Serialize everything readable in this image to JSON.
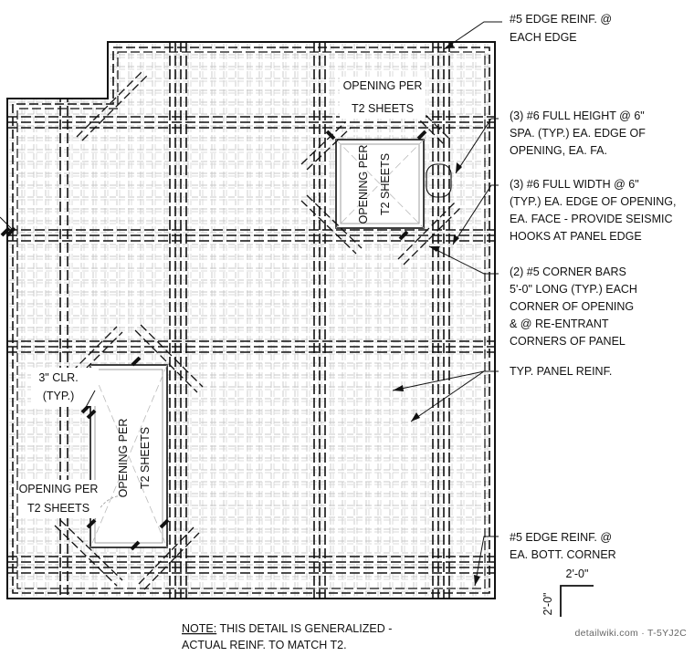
{
  "labels": {
    "opening_top_callout": [
      "OPENING PER",
      "T2 SHEETS"
    ],
    "opening_top_inside": [
      "OPENING PER",
      "T2 SHEETS"
    ],
    "opening_bottom_inside": [
      "OPENING PER",
      "T2 SHEETS"
    ],
    "opening_bottom_callout": [
      "OPENING PER",
      "T2 SHEETS"
    ],
    "clear_cover": [
      "3\" CLR.",
      "(TYP.)"
    ]
  },
  "callouts": {
    "edge_reinf_top": [
      "#5 EDGE REINF. @",
      "EACH EDGE"
    ],
    "full_height": [
      "(3) #6 FULL HEIGHT @ 6\"",
      "SPA. (TYP.) EA. EDGE OF",
      "OPENING, EA. FA."
    ],
    "full_width": [
      "(3) #6 FULL WIDTH @ 6\"",
      "(TYP.) EA. EDGE OF OPENING,",
      "EA. FACE - PROVIDE SEISMIC",
      "HOOKS AT PANEL EDGE"
    ],
    "corner_bars": [
      "(2) #5 CORNER BARS",
      "5'-0\" LONG (TYP.) EACH",
      "CORNER OF OPENING",
      "& @ RE-ENTRANT",
      "CORNERS OF PANEL"
    ],
    "panel_reinf": [
      "TYP. PANEL REINF."
    ],
    "edge_reinf_bottom": [
      "#5 EDGE REINF. @",
      "EA. BOTT. CORNER"
    ]
  },
  "scale": {
    "horizontal": "2'-0\"",
    "vertical": "2'-0\""
  },
  "note": {
    "prefix": "NOTE:",
    "line1": " THIS DETAIL IS GENERALIZED -",
    "line2": "ACTUAL REINF. TO MATCH T2."
  },
  "watermark": "detailwiki.com · T-5YJ2C"
}
